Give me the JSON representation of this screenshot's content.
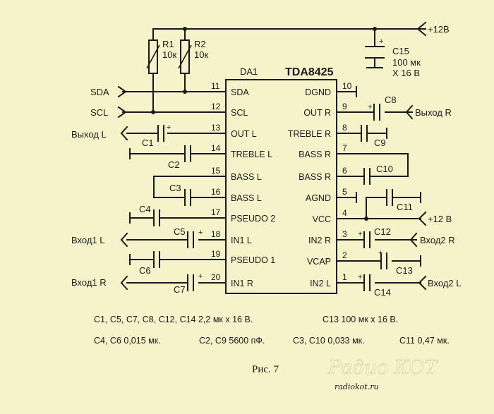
{
  "ic": {
    "designator": "DA1",
    "part": "TDA8425"
  },
  "pins_left": [
    {
      "num": "11",
      "name": "SDA"
    },
    {
      "num": "12",
      "name": "SCL"
    },
    {
      "num": "13",
      "name": "OUT  L"
    },
    {
      "num": "14",
      "name": "TREBLE  L"
    },
    {
      "num": "15",
      "name": "BASS  L"
    },
    {
      "num": "16",
      "name": "BASS  L"
    },
    {
      "num": "17",
      "name": "PSEUDO  2"
    },
    {
      "num": "18",
      "name": "IN1  L"
    },
    {
      "num": "19",
      "name": "PSEUDO  1"
    },
    {
      "num": "20",
      "name": "IN1 R"
    }
  ],
  "pins_right": [
    {
      "num": "10",
      "name": "DGND"
    },
    {
      "num": "9",
      "name": "OUT  R"
    },
    {
      "num": "8",
      "name": "TREBLE  R"
    },
    {
      "num": "7",
      "name": "BASS  R"
    },
    {
      "num": "6",
      "name": "BASS  R"
    },
    {
      "num": "5",
      "name": "AGND"
    },
    {
      "num": "4",
      "name": "VCC"
    },
    {
      "num": "3",
      "name": "IN2  R"
    },
    {
      "num": "2",
      "name": "VCAP"
    },
    {
      "num": "1",
      "name": "IN2  L"
    }
  ],
  "resistors": [
    {
      "name": "R1",
      "value": "10к"
    },
    {
      "name": "R2",
      "value": "10к"
    }
  ],
  "capacitors": {
    "C1": "C1",
    "C2": "C2",
    "C3": "C3",
    "C4": "C4",
    "C5": "C5",
    "C6": "C6",
    "C7": "C7",
    "C8": "C8",
    "C9": "C9",
    "C10": "C10",
    "C11": "C11",
    "C12": "C12",
    "C13": "C13",
    "C14": "C14",
    "C15": "C15"
  },
  "c15_value": [
    "100 мк",
    "X 16 В"
  ],
  "polarity": "+",
  "signals": {
    "sda": "SDA",
    "scl": "SCL",
    "out_l": "Выход L",
    "out_r": "Выход R",
    "in1_l": "Вход1 L",
    "in1_r": "Вход1 R",
    "in2_r": "Вход2 R",
    "in2_l": "Вход2 L",
    "vcc_top": "+12В",
    "vcc_pin": "+12 В"
  },
  "notes": {
    "n1": "С1, С5,  С7, С8, С12,  С14  2,2 мк х 16 В.",
    "n2": "С13  100 мк х 16 В.",
    "n3": "С4, С6  0,015 мк.",
    "n4": "С2, С9  5600 пФ.",
    "n5": "С3, С10  0,033 мк.",
    "n6": "С11  0,47 мк."
  },
  "caption": "Рис. 7",
  "watermark": {
    "logo": "Радио КОТ",
    "site": "radiokot.ru"
  }
}
